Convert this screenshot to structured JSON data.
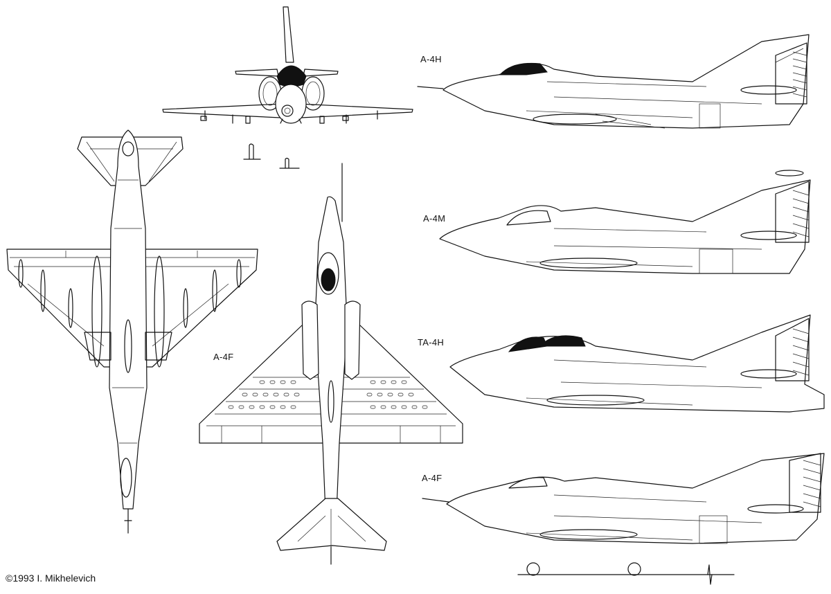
{
  "drawing": {
    "views": {
      "side_a4h": "A-4H",
      "side_a4m": "A-4M",
      "side_ta4h": "TA-4H",
      "side_a4f": "A-4F",
      "top_a4f": "A-4F"
    },
    "credit": "©1993 I. Mikhelevich",
    "line_color": "#111111",
    "background": "#ffffff"
  }
}
